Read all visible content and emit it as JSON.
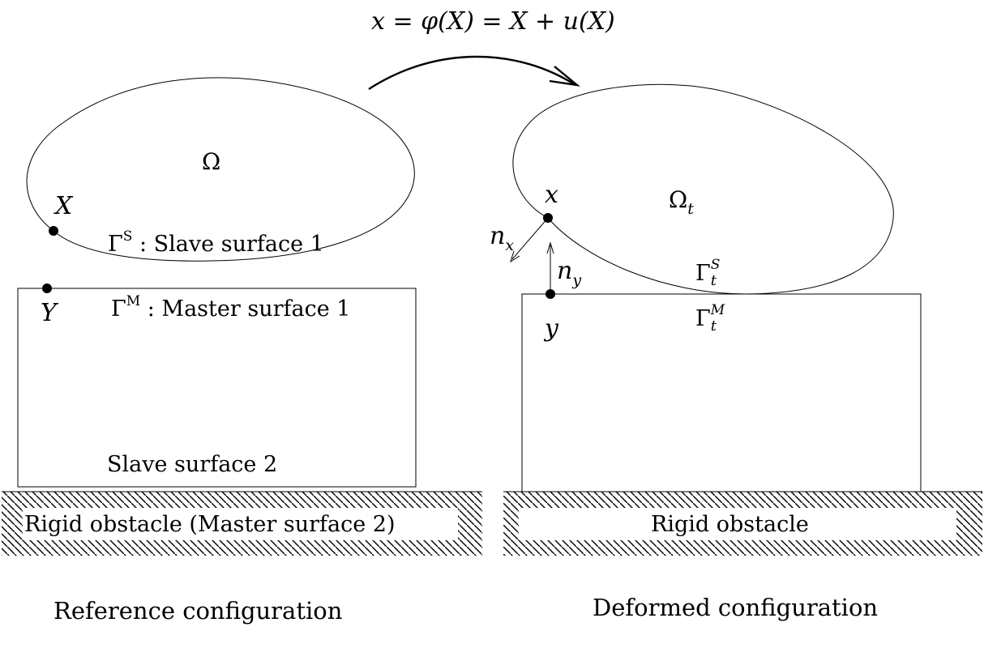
{
  "mapping_formula": "x = φ(X) = X + u(X)",
  "reference": {
    "caption": "Reference configuration",
    "domain_symbol": "Ω",
    "point_X": "X",
    "point_Y": "Y",
    "slave_surface_1": {
      "symbol": "Γ",
      "superscript": "S",
      "text": ": Slave surface 1"
    },
    "master_surface_1": {
      "symbol": "Γ",
      "superscript": "M",
      "text": ": Master surface 1"
    },
    "slave_surface_2": "Slave surface 2",
    "obstacle_label": "Rigid obstacle (Master surface 2)"
  },
  "deformed": {
    "caption": "Deformed configuration",
    "domain_symbol": "Ω",
    "domain_subscript": "t",
    "point_x": "x",
    "point_y": "y",
    "normal_x": "n",
    "normal_x_sub": "x",
    "normal_y": "n",
    "normal_y_sub": "y",
    "slave_surface": {
      "symbol": "Γ",
      "superscript": "S",
      "subscript": "t"
    },
    "master_surface": {
      "symbol": "Γ",
      "superscript": "M",
      "subscript": "t"
    },
    "obstacle_label": "Rigid obstacle"
  }
}
